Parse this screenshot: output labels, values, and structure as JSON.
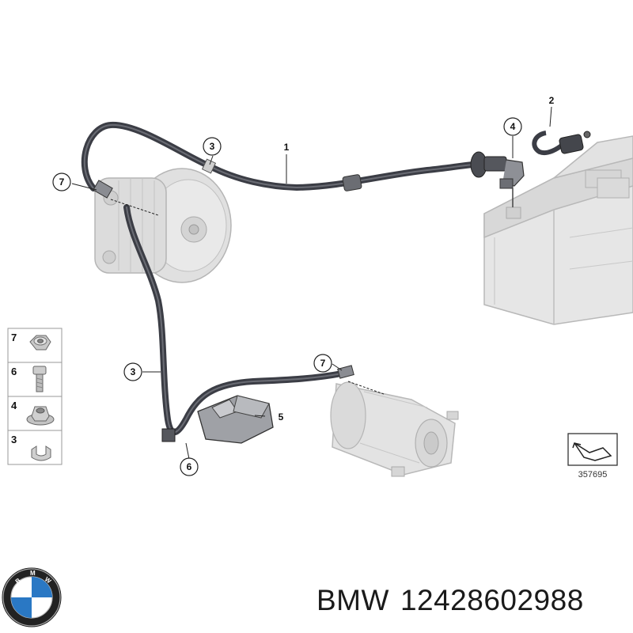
{
  "callouts": [
    {
      "id": "c1",
      "label": "1"
    },
    {
      "id": "c2",
      "label": "2"
    },
    {
      "id": "c3a",
      "label": "3"
    },
    {
      "id": "c4",
      "label": "4"
    },
    {
      "id": "c7a",
      "label": "7"
    },
    {
      "id": "c3b",
      "label": "3"
    },
    {
      "id": "c7b",
      "label": "7"
    },
    {
      "id": "c5",
      "label": "5"
    },
    {
      "id": "c6",
      "label": "6"
    }
  ],
  "legend": [
    {
      "label": "7",
      "icon": "hex-nut-icon"
    },
    {
      "label": "6",
      "icon": "bolt-icon"
    },
    {
      "label": "4",
      "icon": "flange-nut-icon"
    },
    {
      "label": "3",
      "icon": "cable-clip-icon"
    }
  ],
  "reference_number": "357695",
  "footer": {
    "brand": "BMW",
    "part_number": "12428602988"
  },
  "colors": {
    "cable": "#3b3d45",
    "component": "#dcdcdc",
    "component_stroke": "#b5b5b5"
  }
}
